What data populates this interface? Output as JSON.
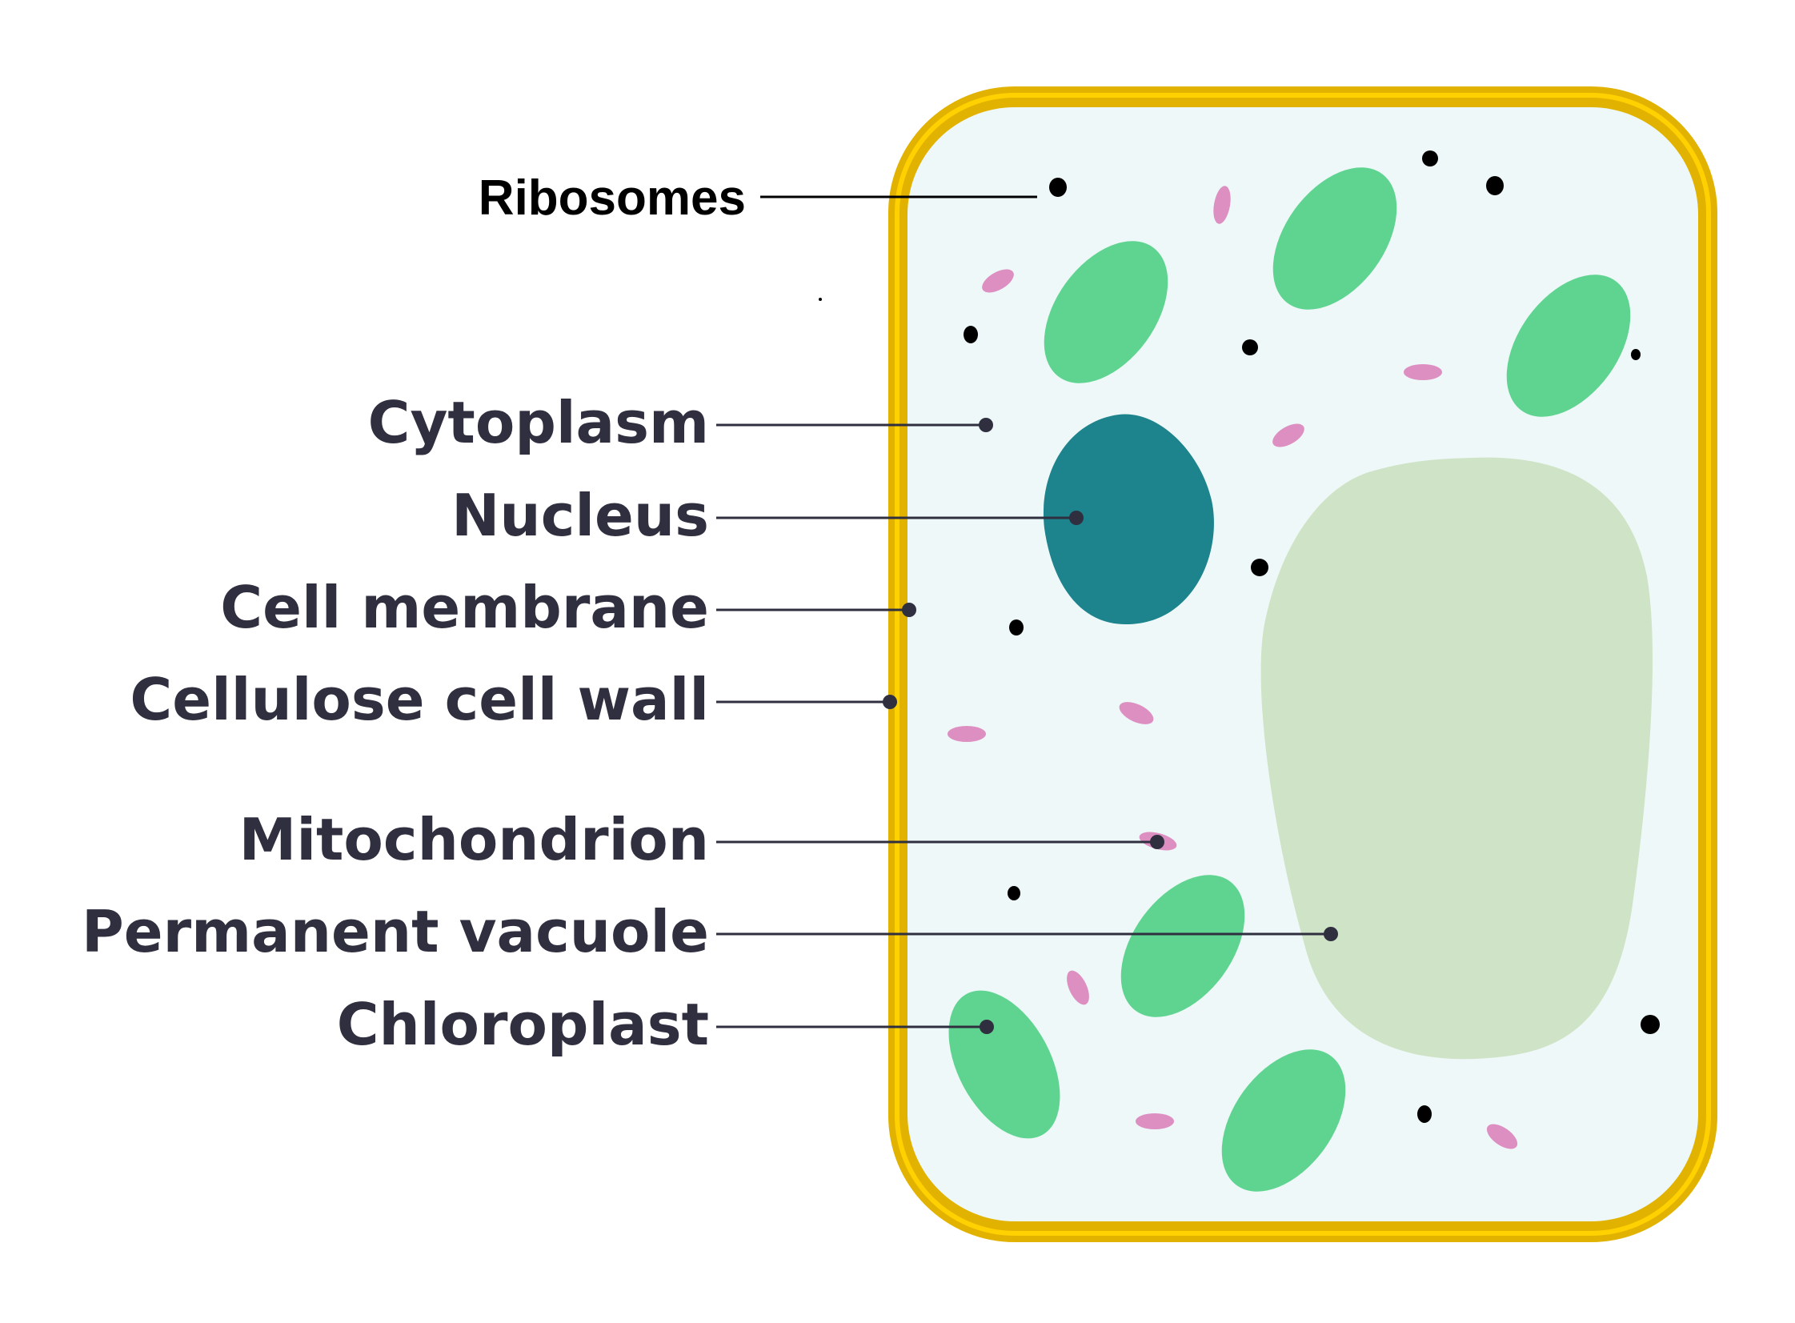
{
  "labels": {
    "ribosomes": "Ribosomes",
    "cytoplasm": "Cytoplasm",
    "nucleus": "Nucleus",
    "cell_membrane": "Cell membrane",
    "cellulose_cell_wall": "Cellulose cell wall",
    "mitochondrion": "Mitochondrion",
    "permanent_vacuole": "Permanent vacuole",
    "chloroplast": "Chloroplast"
  },
  "colors": {
    "cell_wall": "#e2b200",
    "cell_wall_inner": "#ffd100",
    "cytoplasm": "#eef8f8",
    "chloroplast": "#5fd490",
    "nucleus": "#1d838c",
    "vacuole": "#cfe3c7",
    "mitochondrion": "#dd8fc2",
    "ribosome": "#000000",
    "label_text": "#2f2f3f"
  }
}
